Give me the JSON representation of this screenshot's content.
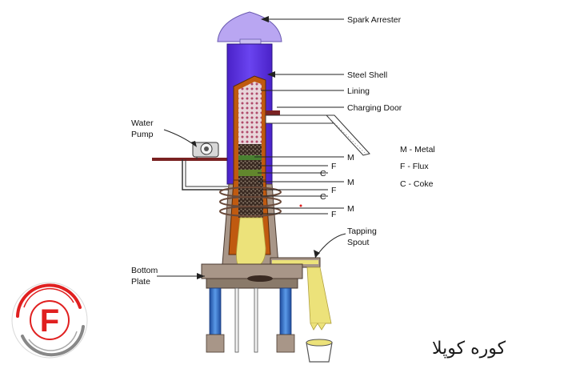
{
  "labels": {
    "spark_arrester": "Spark Arrester",
    "steel_shell": "Steel Shell",
    "lining": "Lining",
    "charging_door": "Charging Door",
    "water_pump_line1": "Water",
    "water_pump_line2": "Pump",
    "tapping_spout_line1": "Tapping",
    "tapping_spout_line2": "Spout",
    "bottom_plate_line1": "Bottom",
    "bottom_plate_line2": "Plate",
    "layer_m1": "M",
    "layer_f1": "F",
    "layer_c1": "C",
    "layer_m2": "M",
    "layer_f2": "F",
    "layer_c2": "C",
    "layer_m3": "M",
    "layer_f3": "F"
  },
  "legend": {
    "metal": "M - Metal",
    "flux": "F - Flux",
    "coke": "C - Coke"
  },
  "caption": "کوره کوپلا",
  "logo": {
    "letter": "F"
  },
  "colors": {
    "shell": "#5a2fe0",
    "spark_arrester": "#b9a6f2",
    "lining": "#c05a10",
    "molten": "#ece27a",
    "base": "#a89688",
    "legs": "#3a78d0",
    "pipe": "#7a2222",
    "logo_red": "#e02020"
  }
}
